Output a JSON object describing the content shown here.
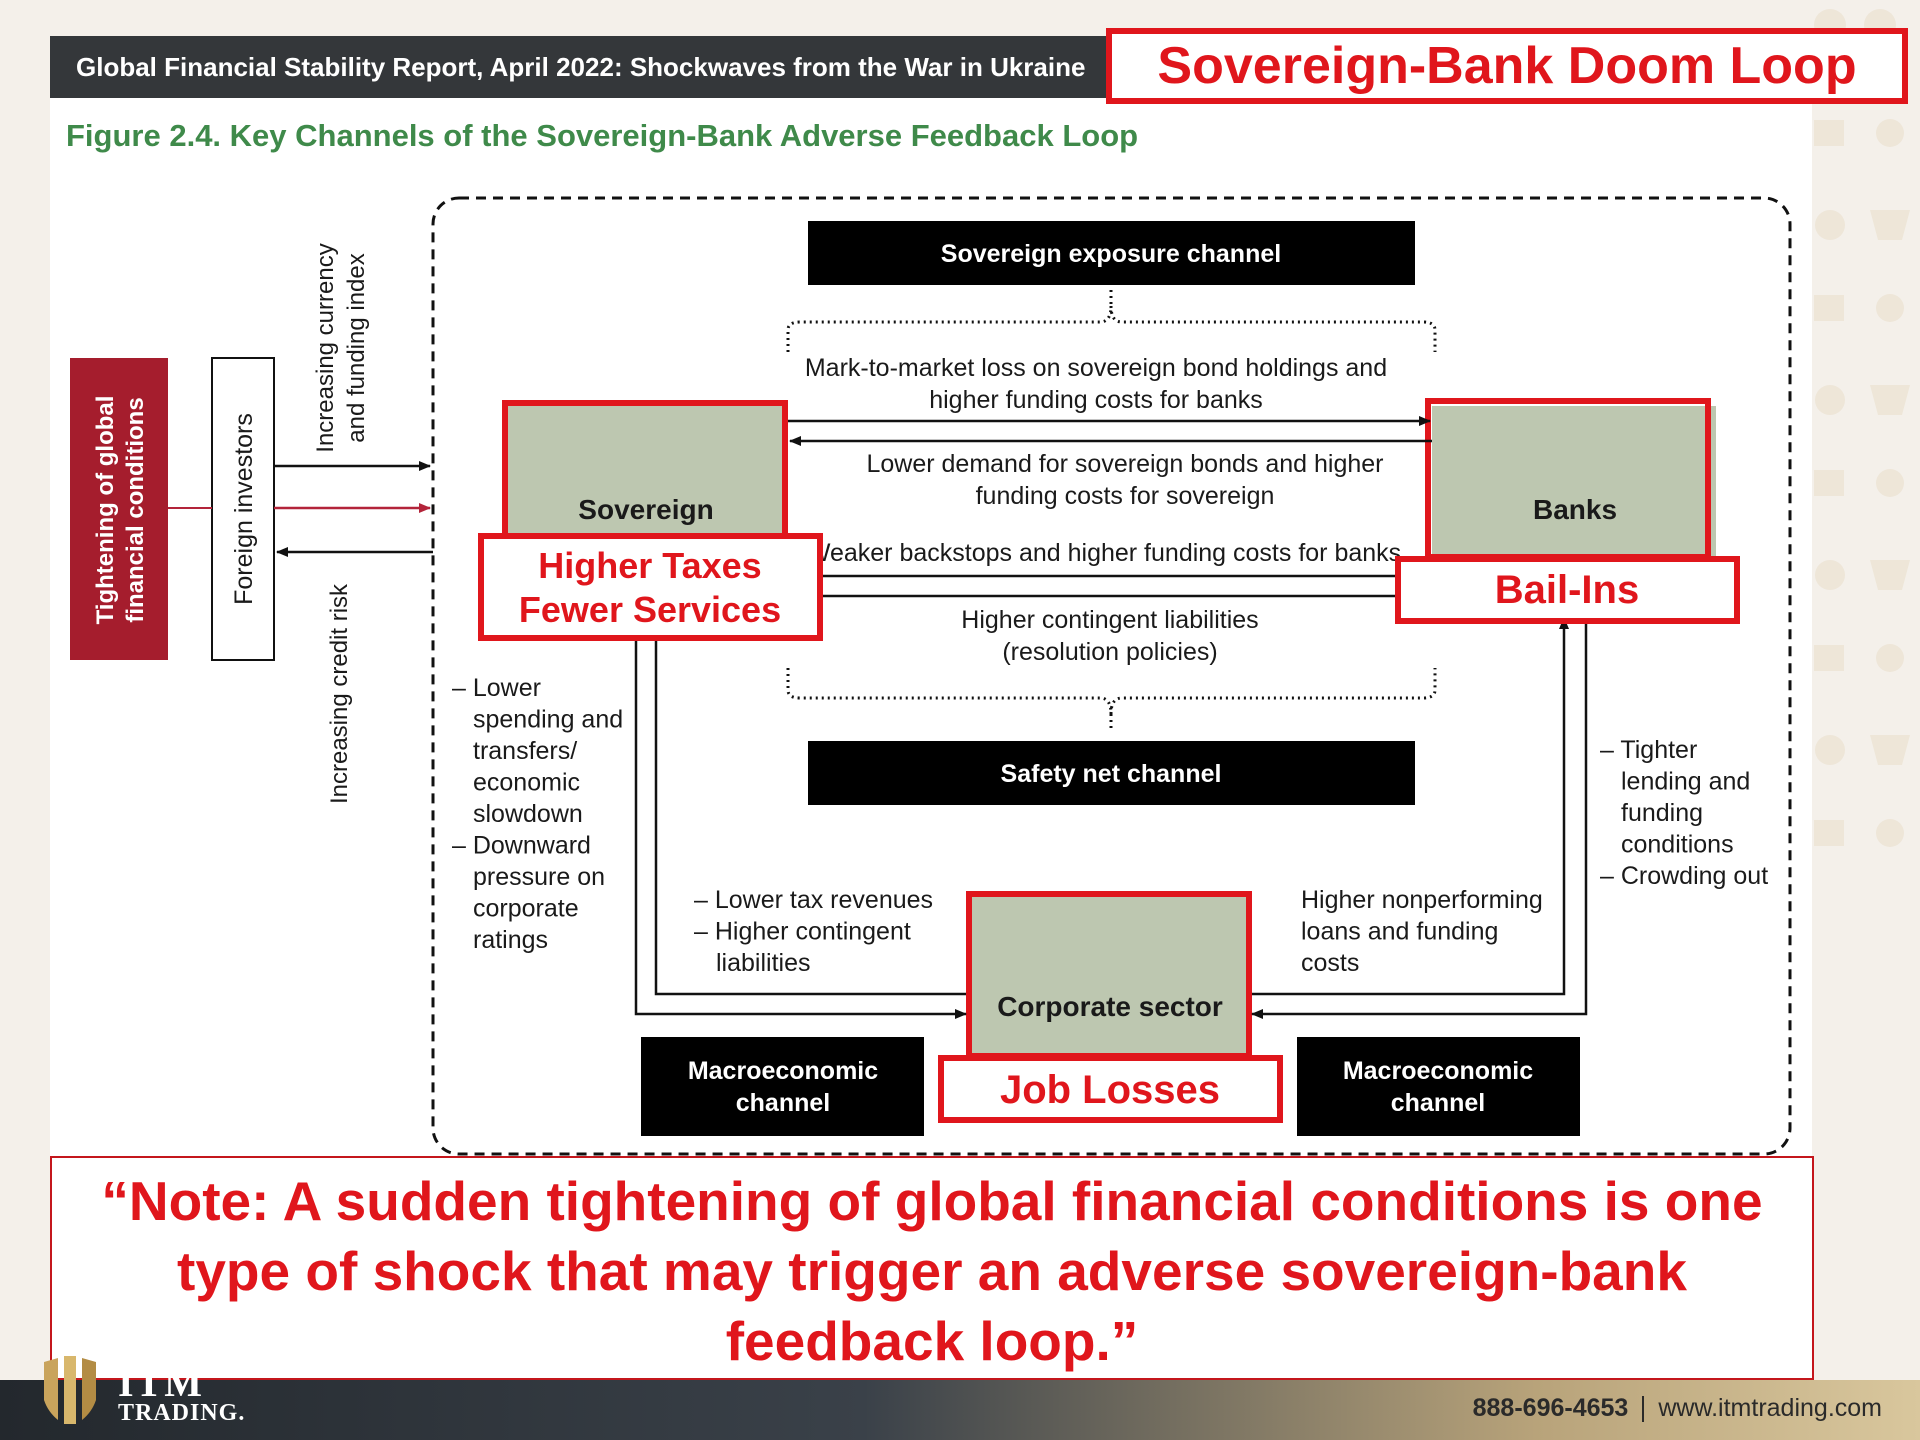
{
  "header": {
    "report_title": "Global Financial Stability Report, April 2022: Shockwaves from the War in Ukraine",
    "slide_title": "Sovereign-Bank Doom Loop"
  },
  "figure": {
    "title": "Figure 2.4. Key Channels of the Sovereign-Bank Adverse Feedback Loop",
    "left": {
      "tightening_line1": "Tightening of global",
      "tightening_line2": "financial conditions",
      "foreign_investors": "Foreign investors",
      "currency_line1": "Increasing currency",
      "currency_line2": "and funding index",
      "credit_risk": "Increasing credit risk"
    },
    "channels": {
      "sovereign_exposure": "Sovereign exposure channel",
      "safety_net": "Safety net channel",
      "macro_left_line1": "Macroeconomic",
      "macro_left_line2": "channel",
      "macro_right_line1": "Macroeconomic",
      "macro_right_line2": "channel"
    },
    "nodes": {
      "sovereign": "Sovereign",
      "banks": "Banks",
      "corporate": "Corporate sector"
    },
    "flows": {
      "mtm_line1": "Mark-to-market loss on sovereign bond holdings and",
      "mtm_line2": "higher funding costs for banks",
      "lower_demand_line1": "Lower demand for sovereign bonds and higher",
      "lower_demand_line2": "funding costs for sovereign",
      "weaker_backstops": "Weaker backstops and higher funding costs for banks",
      "contingent_line1": "Higher contingent liabilities",
      "contingent_line2": "(resolution policies)"
    },
    "side_notes": {
      "left": [
        "– Lower",
        "spending and",
        "transfers/",
        "economic",
        "slowdown",
        "– Downward",
        "pressure on",
        "corporate",
        "ratings"
      ],
      "bottom_left": [
        "– Lower tax revenues",
        "– Higher contingent",
        "liabilities"
      ],
      "bottom_right": [
        "Higher nonperforming",
        "loans and funding",
        "costs"
      ],
      "right": [
        "– Tighter",
        "lending and",
        "funding",
        "conditions",
        "– Crowding out"
      ]
    }
  },
  "callouts": {
    "taxes_line1": "Higher Taxes",
    "taxes_line2": "Fewer Services",
    "bail_ins": "Bail-Ins",
    "job_losses": "Job Losses"
  },
  "note": "“Note: A sudden tightening of global financial conditions is one type of shock that may trigger an adverse sovereign-bank feedback loop.”",
  "footer": {
    "logo_line1": "ITM",
    "logo_line2": "TRADING.",
    "phone": "888-696-4653",
    "website": "www.itmtrading.com"
  },
  "colors": {
    "accent_red": "#e0161c",
    "tightening_box": "#a51d2d",
    "node_fill": "#bdc7b0",
    "figure_title_green": "#3f8a4a"
  }
}
